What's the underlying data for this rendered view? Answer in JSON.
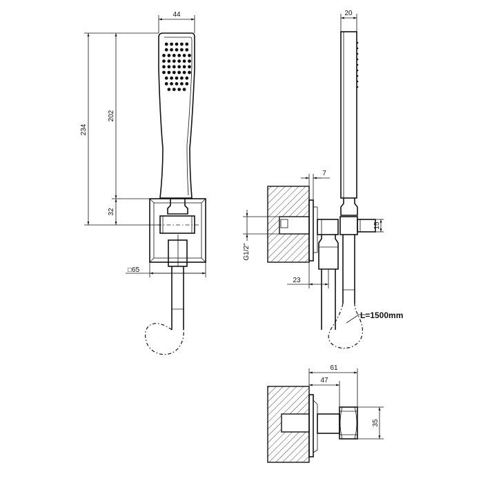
{
  "dimensions": {
    "handle_width": "44",
    "total_height": "234",
    "handle_height": "202",
    "base_height": "32",
    "plate_size": "□65",
    "side_depth": "20",
    "wall_offset": "7",
    "thread": "G1/2\"",
    "outlet_height": "15",
    "outlet_offset": "23",
    "hose_length": "L=1500mm",
    "bottom_total": "61",
    "bottom_depth": "47",
    "bottom_height": "35"
  }
}
